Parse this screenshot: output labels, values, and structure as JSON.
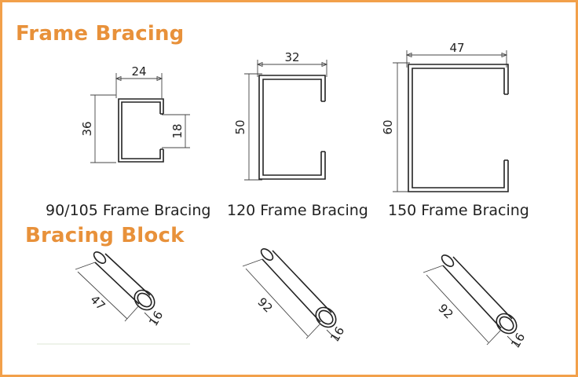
{
  "section_titles": {
    "frame_bracing": "Frame Bracing",
    "bracing_block": "Bracing Block"
  },
  "frame_bracing": [
    {
      "caption": "90/105 Frame Bracing",
      "width": "24",
      "height": "36",
      "lip": "18"
    },
    {
      "caption": "120 Frame Bracing",
      "width": "32",
      "height": "50"
    },
    {
      "caption": "150 Frame Bracing",
      "width": "47",
      "height": "60"
    }
  ],
  "bracing_blocks": [
    {
      "length": "47",
      "diameter": "16"
    },
    {
      "length": "92",
      "diameter": "16"
    },
    {
      "length": "92",
      "diameter": "16"
    }
  ],
  "colors": {
    "accent": "#e8913a",
    "border": "#f2a04a",
    "ink": "#222222"
  }
}
